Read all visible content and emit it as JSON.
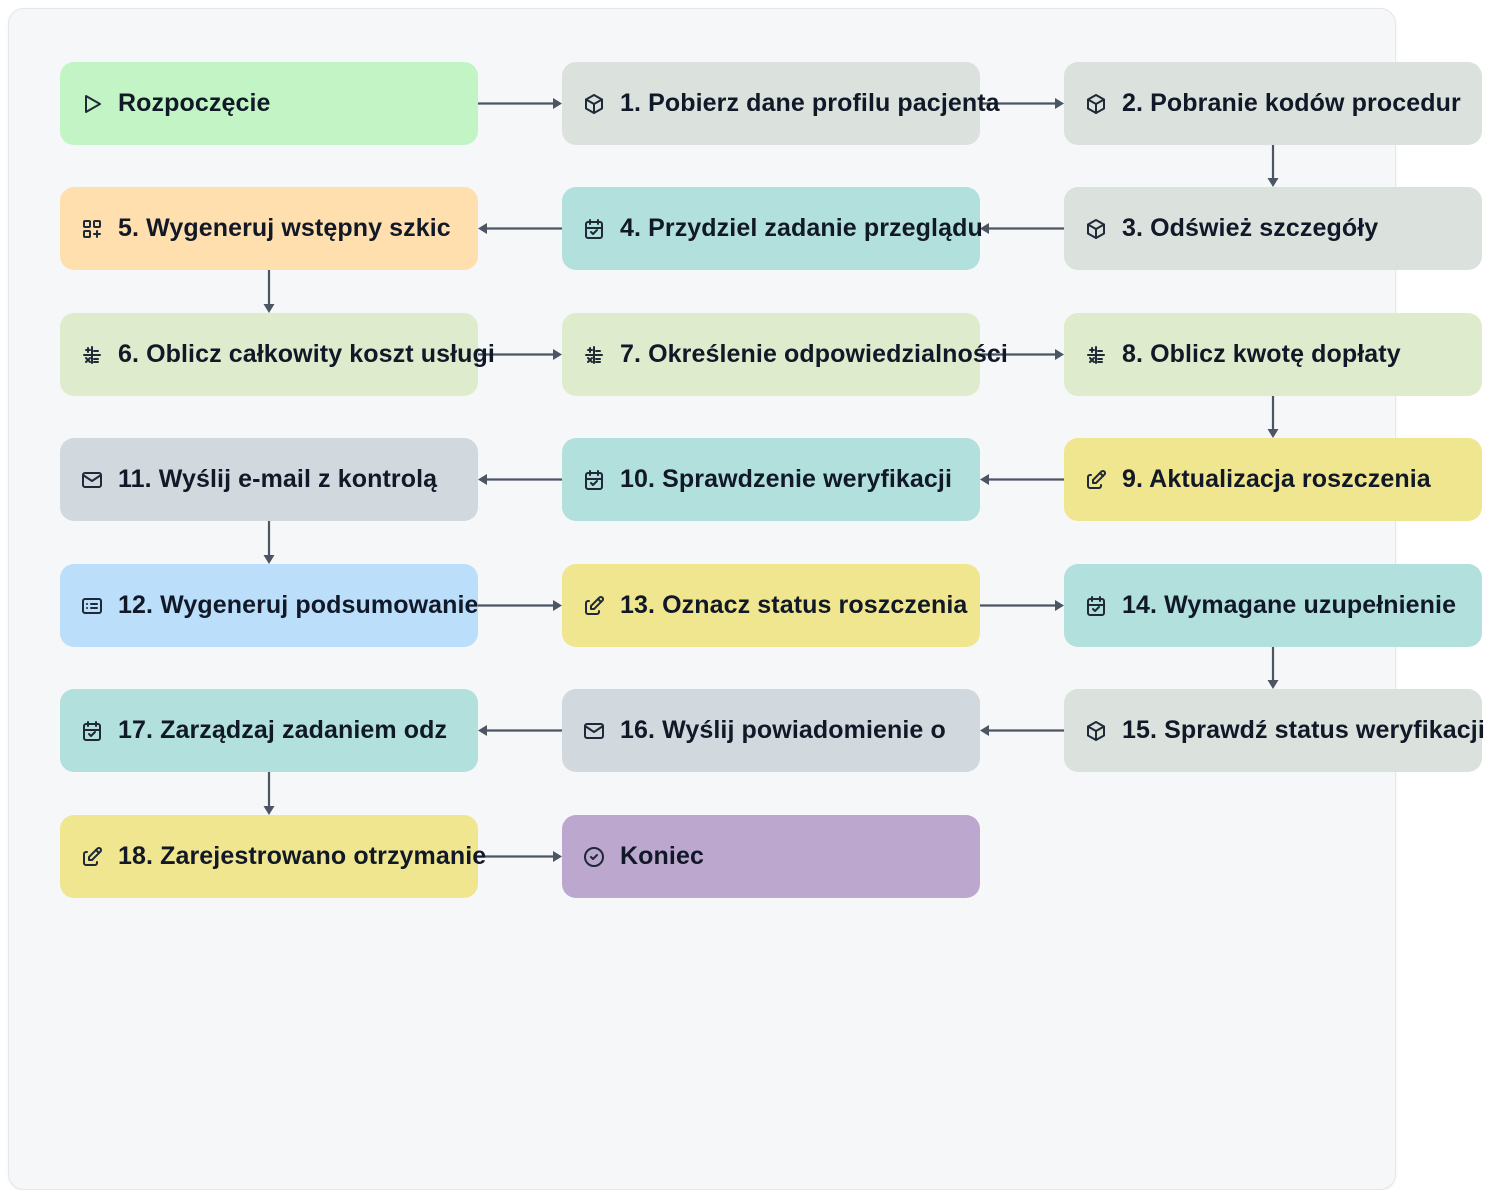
{
  "diagram": {
    "colors": {
      "start": "#c2f4c6",
      "box": "#dbe1dc",
      "assign": "#b2e0dc",
      "generate": "#ffdfae",
      "calc": "#dfebcd",
      "email": "#d1d9de",
      "edit": "#f0e68f",
      "report": "#bbdefa",
      "end": "#bca7cf",
      "arrow": "#4b5563"
    },
    "nodes": [
      {
        "label": "Rozpoczęcie",
        "icon": "play-icon",
        "type": "start"
      },
      {
        "label": "1. Pobierz dane profilu pacjenta",
        "icon": "box-icon",
        "type": "box"
      },
      {
        "label": "2. Pobranie kodów procedur",
        "icon": "box-icon",
        "type": "box"
      },
      {
        "label": "3. Odśwież szczegóły",
        "icon": "box-icon",
        "type": "box"
      },
      {
        "label": "4. Przydziel zadanie przeglądu",
        "icon": "calendar-check-icon",
        "type": "assign"
      },
      {
        "label": "5. Wygeneruj wstępny szkic",
        "icon": "apps-add-icon",
        "type": "generate"
      },
      {
        "label": "6. Oblicz całkowity koszt usługi",
        "icon": "calculator-icon",
        "type": "calc"
      },
      {
        "label": "7. Określenie odpowiedzialności",
        "icon": "calculator-icon",
        "type": "calc"
      },
      {
        "label": "8. Oblicz kwotę dopłaty",
        "icon": "calculator-icon",
        "type": "calc"
      },
      {
        "label": "9. Aktualizacja roszczenia",
        "icon": "edit-icon",
        "type": "edit"
      },
      {
        "label": "10. Sprawdzenie weryfikacji",
        "icon": "calendar-check-icon",
        "type": "assign"
      },
      {
        "label": "11. Wyślij e-mail z kontrolą",
        "icon": "mail-icon",
        "type": "email"
      },
      {
        "label": "12. Wygeneruj podsumowanie",
        "icon": "list-details-icon",
        "type": "report"
      },
      {
        "label": "13. Oznacz status roszczenia",
        "icon": "edit-icon",
        "type": "edit"
      },
      {
        "label": "14. Wymagane uzupełnienie",
        "icon": "calendar-check-icon",
        "type": "assign"
      },
      {
        "label": "15. Sprawdź status weryfikacji",
        "icon": "box-icon",
        "type": "box"
      },
      {
        "label": "16. Wyślij powiadomienie o",
        "icon": "mail-icon",
        "type": "email"
      },
      {
        "label": "17. Zarządzaj zadaniem odz",
        "icon": "calendar-check-icon",
        "type": "assign"
      },
      {
        "label": "18. Zarejestrowano otrzymanie",
        "icon": "edit-icon",
        "type": "edit"
      },
      {
        "label": "Koniec",
        "icon": "circle-check-icon",
        "type": "end"
      }
    ]
  }
}
